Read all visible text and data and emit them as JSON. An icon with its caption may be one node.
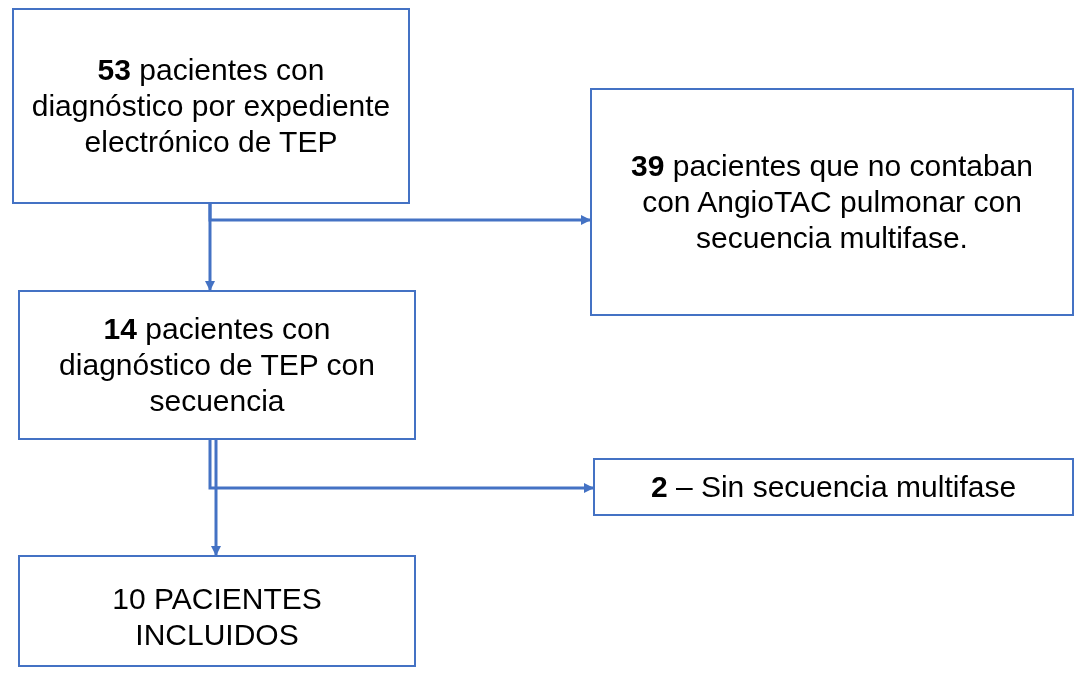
{
  "diagram": {
    "nodes": [
      {
        "text": [
          "**53** pacientes con diagnóstico por expediente electrónico de TEP"
        ]
      },
      {
        "text": [
          "**39** pacientes que no contaban con AngioTAC pulmonar con secuencia multifase."
        ]
      },
      {
        "text": [
          "**14** pacientes con diagnóstico de TEP con secuencia"
        ]
      },
      {
        "text": [
          "**2** – Sin secuencia multifase"
        ]
      },
      {
        "text": [
          "10 PACIENTES INCLUIDOS"
        ]
      }
    ],
    "edges": [
      {
        "from": 0,
        "to": 2,
        "arrow": "to"
      },
      {
        "from": 0,
        "to": 1,
        "arrow": "to"
      },
      {
        "from": 2,
        "to": 4,
        "arrow": "to"
      },
      {
        "from": 2,
        "to": 3,
        "arrow": "to"
      }
    ]
  }
}
